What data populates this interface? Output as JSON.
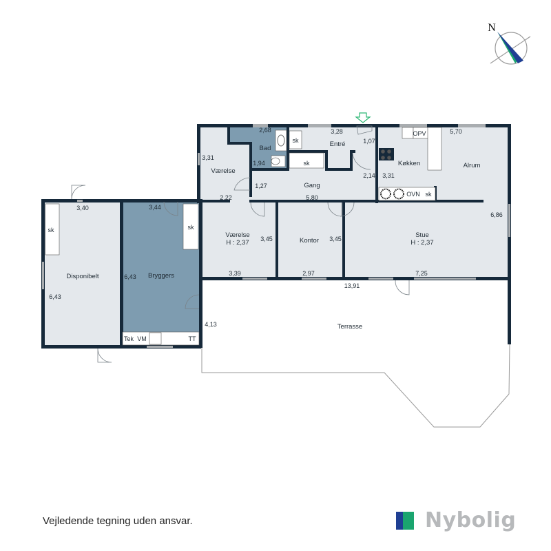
{
  "compass": {
    "label": "N"
  },
  "rooms": {
    "vaerelse1": {
      "name": "Værelse",
      "dims": [
        "3,31",
        "2,22"
      ]
    },
    "bad": {
      "name": "Bad",
      "dims": [
        "2,68",
        "1,94"
      ]
    },
    "entre": {
      "name": "Entré",
      "dims": [
        "3,28",
        "1,07"
      ]
    },
    "gang": {
      "name": "Gang",
      "dims": [
        "1,27",
        "5,80",
        "2,14"
      ]
    },
    "kokken": {
      "name": "Køkken",
      "dims": [
        "3,31"
      ]
    },
    "alrum": {
      "name": "Alrum",
      "dims": [
        "5,70",
        "6,86"
      ]
    },
    "vaerelse2": {
      "name": "Værelse",
      "height": "H : 2,37",
      "dims": [
        "3,45",
        "3,39"
      ]
    },
    "kontor": {
      "name": "Kontor",
      "dims": [
        "3,45",
        "2,97"
      ]
    },
    "stue": {
      "name": "Stue",
      "height": "H : 2,37",
      "dims": [
        "7,25",
        "13,91"
      ]
    },
    "disponibelt": {
      "name": "Disponibelt",
      "dims": [
        "3,40",
        "6,43"
      ]
    },
    "bryggers": {
      "name": "Bryggers",
      "dims": [
        "3,44",
        "6,43"
      ]
    },
    "terrasse": {
      "name": "Terrasse",
      "dims": [
        "4,13"
      ]
    }
  },
  "fixtures": {
    "sk": "sk",
    "opv": "OPV",
    "ovn": "OVN",
    "tek": "Tek",
    "vm": "VM",
    "tt": "TT"
  },
  "footer": {
    "disclaimer": "Vejledende tegning uden ansvar."
  },
  "brand": {
    "name": "Nybolig",
    "colors": {
      "blue": "#1f3f93",
      "green": "#1aa56f",
      "text": "#b7b9bb"
    }
  },
  "colors": {
    "wall": "#16293a",
    "floor_light": "#e4e8ec",
    "floor_dark": "#7e9cb0",
    "window": "#a9adb0",
    "entry_arrow": "#2bb673"
  }
}
